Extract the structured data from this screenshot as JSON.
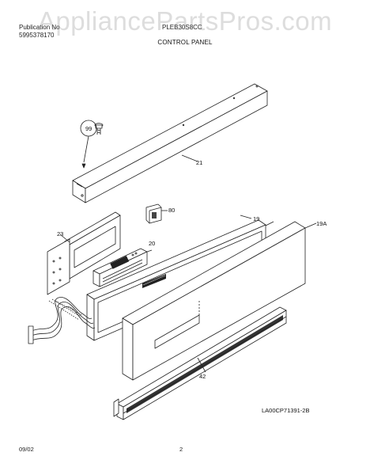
{
  "header": {
    "pub_label": "Publication No",
    "pub_number": "5995378170",
    "model": "PLEB30S8CC",
    "section_title": "CONTROL PANEL"
  },
  "watermark": "AppliancePartsPros.com",
  "part_labels": {
    "p99": "99",
    "p21": "21",
    "p80": "80",
    "p19": "19",
    "p19a": "19A",
    "p23": "23",
    "p20": "20",
    "p42": "42"
  },
  "drawing_code": "LA00CP71391-2B",
  "footer": {
    "date": "09/02",
    "page": "2"
  }
}
